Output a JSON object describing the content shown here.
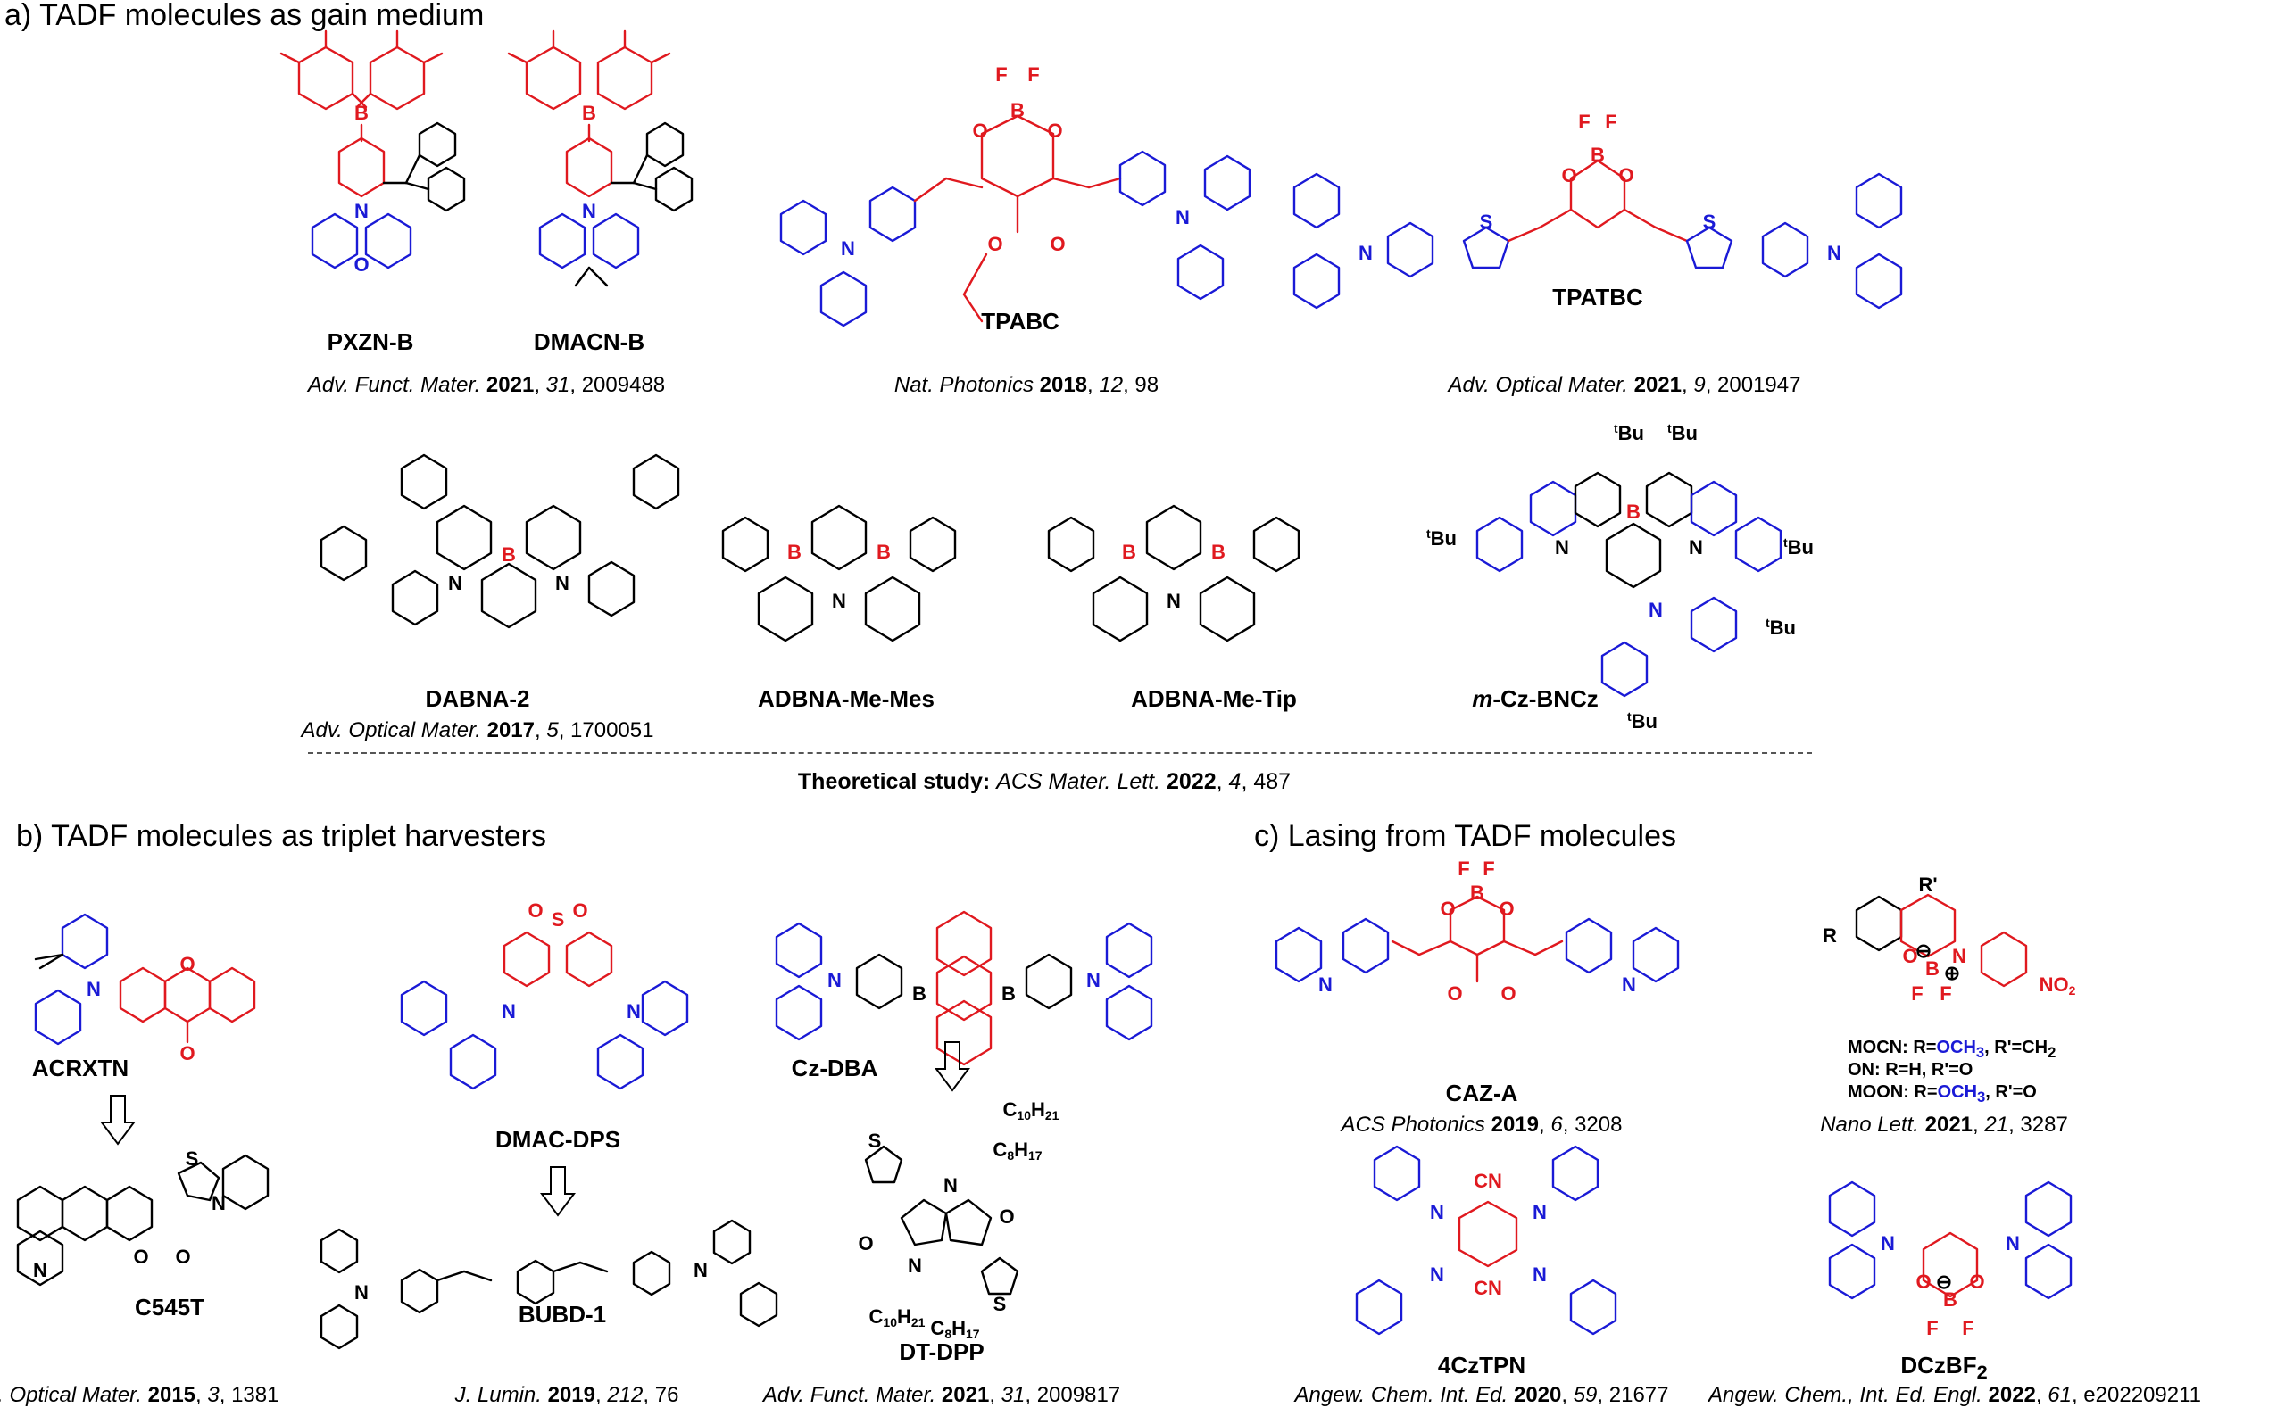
{
  "sections": {
    "a": "a) TADF molecules as gain medium",
    "b": "b) TADF molecules as triplet harvesters",
    "c": "c) Lasing from TADF molecules"
  },
  "colors": {
    "donor": "#1a1ad6",
    "acceptor": "#e0191f",
    "core": "#000000"
  },
  "molecules": {
    "pxzn_b": "PXZN-B",
    "dmacn_b": "DMACN-B",
    "tpabc": "TPABC",
    "tpatbc": "TPATBC",
    "dabna_2": "DABNA-2",
    "adbna_me_mes": "ADBNA-Me-Mes",
    "adbna_me_tip": "ADBNA-Me-Tip",
    "m_cz_bncz_prefix": "m",
    "m_cz_bncz_rest": "-Cz-BNCz",
    "acrxtn": "ACRXTN",
    "c545t": "C545T",
    "dmac_dps": "DMAC-DPS",
    "bubd_1": "BUBD-1",
    "cz_dba": "Cz-DBA",
    "dt_dpp": "DT-DPP",
    "caz_a": "CAZ-A",
    "fourczt_pn": "4CzTPN",
    "dczbf2_base": "DCzBF",
    "dczbf2_sub": "2"
  },
  "atoms": {
    "B": "B",
    "N": "N",
    "O": "O",
    "F": "F",
    "S": "S",
    "CN": "CN",
    "tBu_sup": "t",
    "tBu": "Bu",
    "R": "R",
    "R_prime": "R'",
    "NO2": "NO",
    "NO2_sub": "2",
    "C10H21": "C",
    "C10H21_sub": "10",
    "C10H21_tail": "H",
    "C10H21_tail_sub": "21",
    "C8H17": "C",
    "C8H17_sub": "8",
    "C8H17_tail": "H",
    "C8H17_tail_sub": "17",
    "minus": "⊖",
    "plus": "⊕"
  },
  "legend": {
    "mocn_label": "MOCN: R=",
    "mocn_r": "OCH",
    "mocn_r_sub": "3",
    "mocn_rest": ", R'=CH",
    "mocn_rest_sub": "2",
    "on": "ON: R=H, R'=O",
    "moon_label": "MOON: R=",
    "moon_r": "OCH",
    "moon_r_sub": "3",
    "moon_rest": ", R'=O"
  },
  "references": {
    "ref1": {
      "journal": "Adv. Funct. Mater.",
      "year": "2021",
      "vol": "31",
      "page": "2009488"
    },
    "ref2": {
      "journal": "Nat. Photonics",
      "year": "2018",
      "vol": "12",
      "page": "98"
    },
    "ref3": {
      "journal": "Adv. Optical Mater.",
      "year": "2021",
      "vol": "9",
      "page": "2001947"
    },
    "ref4": {
      "journal": "Adv. Optical Mater.",
      "year": "2017",
      "vol": "5",
      "page": "1700051"
    },
    "ref5": {
      "journal": "Adv. Optical Mater.",
      "year": "2015",
      "vol": "3",
      "page": "1381"
    },
    "ref6": {
      "journal": "J. Lumin.",
      "year": "2019",
      "vol": "212",
      "page": "76"
    },
    "ref7": {
      "journal": "Adv. Funct. Mater.",
      "year": "2021",
      "vol": "31",
      "page": "2009817"
    },
    "ref8": {
      "journal": "ACS Photonics",
      "year": "2019",
      "vol": "6",
      "page": "3208"
    },
    "ref9": {
      "journal": "Nano Lett.",
      "year": "2021",
      "vol": "21",
      "page": "3287"
    },
    "ref10": {
      "journal": "Angew. Chem. Int. Ed.",
      "year": "2020",
      "vol": "59",
      "page": "21677"
    },
    "ref11": {
      "journal": "Angew. Chem., Int. Ed. Engl.",
      "year": "2022",
      "vol": "61",
      "page": "e202209211"
    }
  },
  "theoretical": {
    "label": "Theoretical study:",
    "journal": "ACS Mater. Lett.",
    "year": "2022",
    "vol": "4",
    "page": "487"
  },
  "sep": ", "
}
